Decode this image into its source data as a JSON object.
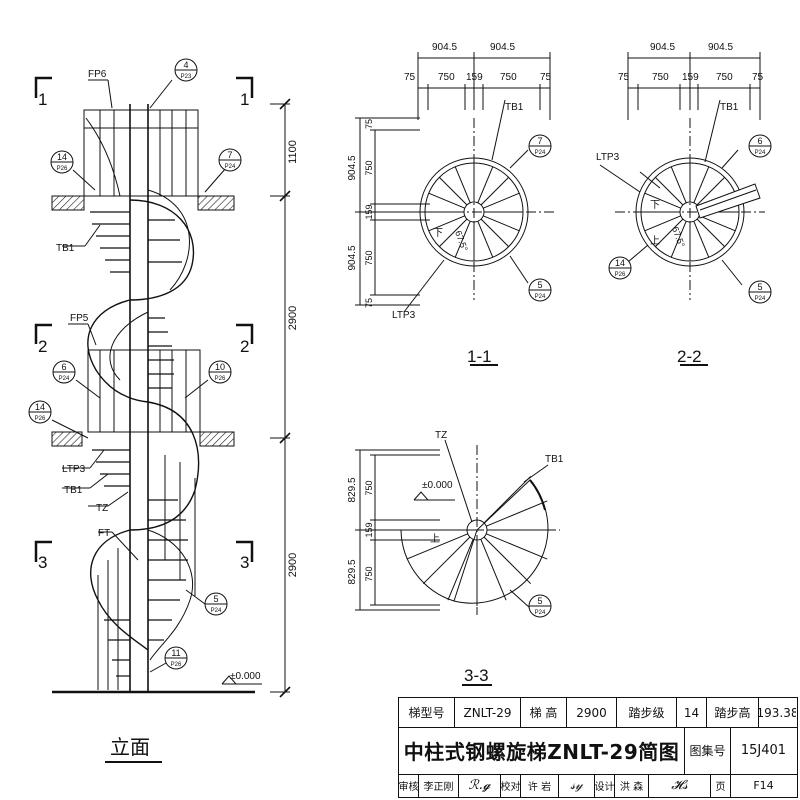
{
  "elevation": {
    "title": "立面",
    "sections": [
      "1",
      "2",
      "3"
    ],
    "labels": {
      "fp6": "FP6",
      "fp5": "FP5",
      "tb1_top": "TB1",
      "tb1_mid": "TB1",
      "ltp3": "LTP3",
      "tz": "TZ",
      "ft": "FT",
      "ground": "±0.000"
    },
    "dims": [
      "1100",
      "2900",
      "2900"
    ],
    "callouts": [
      {
        "num": "4",
        "ref": "P23"
      },
      {
        "num": "14",
        "ref": "P26"
      },
      {
        "num": "7",
        "ref": "P24"
      },
      {
        "num": "6",
        "ref": "P24"
      },
      {
        "num": "10",
        "ref": "P26"
      },
      {
        "num": "14",
        "ref": "P26"
      },
      {
        "num": "5",
        "ref": "P24"
      },
      {
        "num": "11",
        "ref": "P26"
      }
    ]
  },
  "plan_1_1": {
    "title": "1-1",
    "top_dims": [
      "904.5",
      "904.5"
    ],
    "sub_dims": [
      "75",
      "750",
      "159",
      "750",
      "75"
    ],
    "side_dims": [
      "75",
      "750",
      "904.5",
      "159",
      "904.5",
      "750",
      "75"
    ],
    "labels": {
      "tb1": "TB1",
      "ltp3": "LTP3",
      "down": "下",
      "angle": "67.5°"
    },
    "callouts": [
      {
        "num": "7",
        "ref": "P24"
      },
      {
        "num": "5",
        "ref": "P24"
      }
    ]
  },
  "plan_2_2": {
    "title": "2-2",
    "top_dims": [
      "904.5",
      "904.5"
    ],
    "sub_dims": [
      "75",
      "750",
      "159",
      "750",
      "75"
    ],
    "labels": {
      "tb1": "TB1",
      "ltp3": "LTP3",
      "down": "下",
      "up": "上",
      "angle": "67.5°"
    },
    "callouts": [
      {
        "num": "6",
        "ref": "P24"
      },
      {
        "num": "14",
        "ref": "P26"
      },
      {
        "num": "5",
        "ref": "P24"
      }
    ]
  },
  "plan_3_3": {
    "title": "3-3",
    "side_dims": [
      "829.5",
      "750",
      "159",
      "829.5",
      "750"
    ],
    "labels": {
      "tz": "TZ",
      "tb1": "TB1",
      "ground": "±0.000",
      "up": "上"
    },
    "callouts": [
      {
        "num": "5",
        "ref": "P24"
      }
    ]
  },
  "title_block": {
    "model_label": "梯型号",
    "model_value": "ZNLT-29",
    "height_label": "梯 高",
    "height_value": "2900",
    "steps_label": "踏步级",
    "steps_value": "14",
    "step_h_label": "踏步高",
    "step_h_value": "193.38",
    "main_title": "中柱式钢螺旋梯ZNLT-29简图",
    "atlas_label": "图集号",
    "atlas_value": "15J401",
    "review_label": "审核",
    "reviewer": "李正刚",
    "check_label": "校对",
    "checker": "许 岩",
    "design_label": "设计",
    "designer": "洪 森",
    "page_label": "页",
    "page_value": "F14"
  }
}
